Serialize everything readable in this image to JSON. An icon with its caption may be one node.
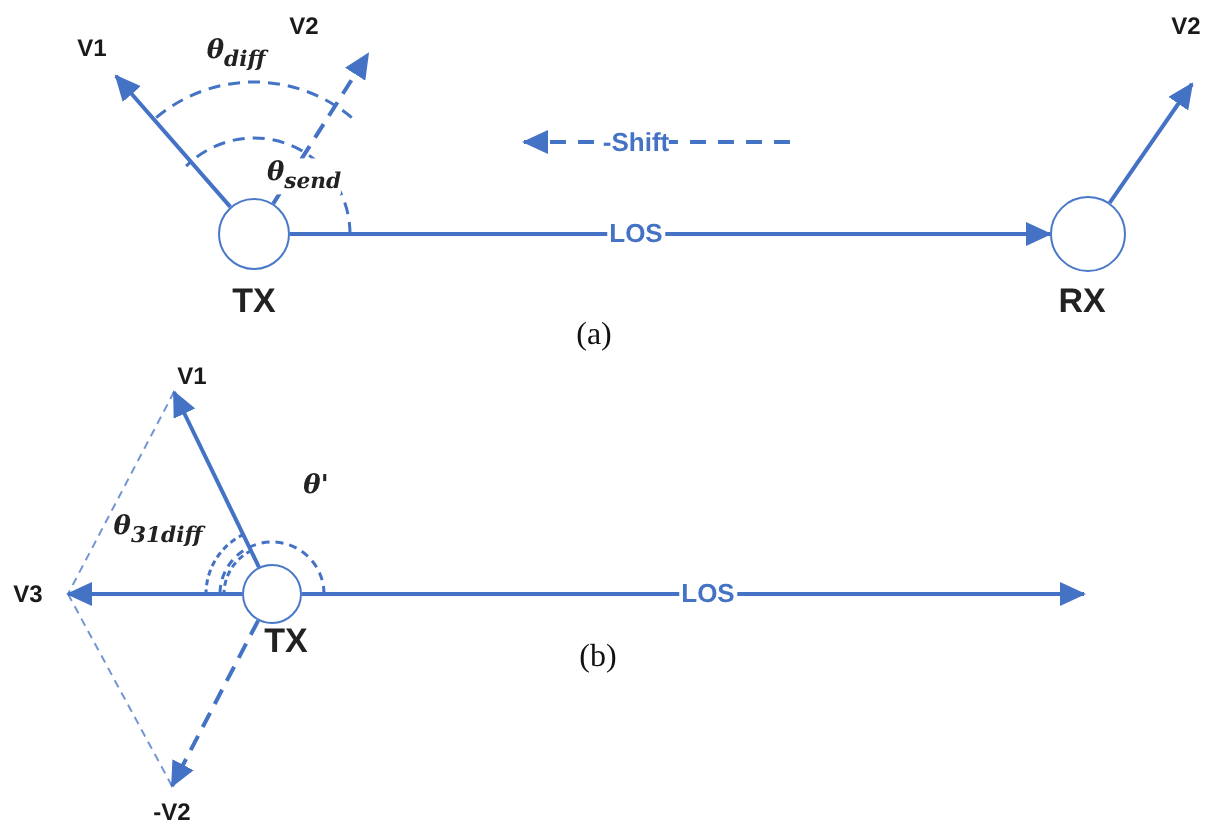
{
  "diagram": {
    "nodes": [
      {
        "text": [],
        "shape": "circle",
        "beside": [
          "TX"
        ]
      },
      {
        "text": [
          "V1"
        ]
      },
      {
        "text": [
          "V2"
        ]
      },
      {
        "text": [],
        "shape": "circle",
        "beside": [
          "RX"
        ]
      },
      {
        "text": [
          "V2"
        ]
      },
      {
        "text": [
          "V1"
        ]
      },
      {
        "text": [],
        "shape": "circle",
        "beside": [
          "TX"
        ]
      },
      {
        "text": [
          "V3"
        ]
      },
      {
        "text": [
          "-V2"
        ]
      }
    ],
    "edges": [
      {
        "from": 0,
        "to": 1,
        "arrow": "to"
      },
      {
        "from": 0,
        "to": 2,
        "arrow": "to",
        "style": "dashed"
      },
      {
        "from": 0,
        "to": 3,
        "arrow": "to",
        "label": "LOS"
      },
      {
        "from": 3,
        "to": 4,
        "arrow": "to"
      },
      {
        "from": 6,
        "to": 5,
        "arrow": "to"
      },
      {
        "from": 6,
        "to": 7,
        "arrow": "to"
      },
      {
        "from": 6,
        "to": 8,
        "arrow": "to",
        "style": "dashed"
      },
      {
        "from": 6,
        "to": null,
        "arrow": "to",
        "label": "LOS"
      },
      {
        "from": 5,
        "to": 7,
        "arrow": "none",
        "style": "dashed"
      },
      {
        "from": 7,
        "to": 8,
        "arrow": "none",
        "style": "dashed"
      }
    ],
    "labels": [
      "θ$_{diff}$",
      "-Shift",
      "θ$_{send}$",
      "(a)",
      "θ'",
      "θ$_{31diff}$",
      "(b)"
    ]
  }
}
